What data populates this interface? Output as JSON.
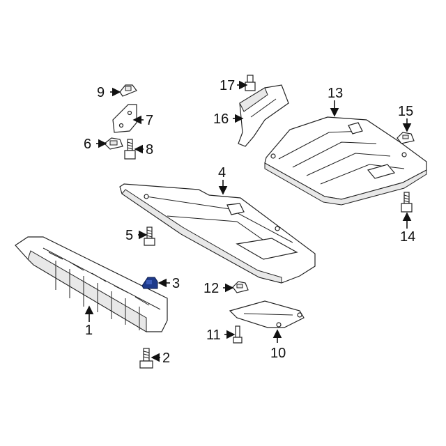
{
  "callouts": [
    {
      "id": "1",
      "text": "1"
    },
    {
      "id": "2",
      "text": "2"
    },
    {
      "id": "3",
      "text": "3"
    },
    {
      "id": "4",
      "text": "4"
    },
    {
      "id": "5",
      "text": "5"
    },
    {
      "id": "6",
      "text": "6"
    },
    {
      "id": "7",
      "text": "7"
    },
    {
      "id": "8",
      "text": "8"
    },
    {
      "id": "9",
      "text": "9"
    },
    {
      "id": "10",
      "text": "10"
    },
    {
      "id": "11",
      "text": "11"
    },
    {
      "id": "12",
      "text": "12"
    },
    {
      "id": "13",
      "text": "13"
    },
    {
      "id": "14",
      "text": "14"
    },
    {
      "id": "15",
      "text": "15"
    },
    {
      "id": "16",
      "text": "16"
    },
    {
      "id": "17",
      "text": "17"
    }
  ],
  "colors": {
    "highlight_part": "#1e3a8a",
    "ink": "#111111"
  }
}
